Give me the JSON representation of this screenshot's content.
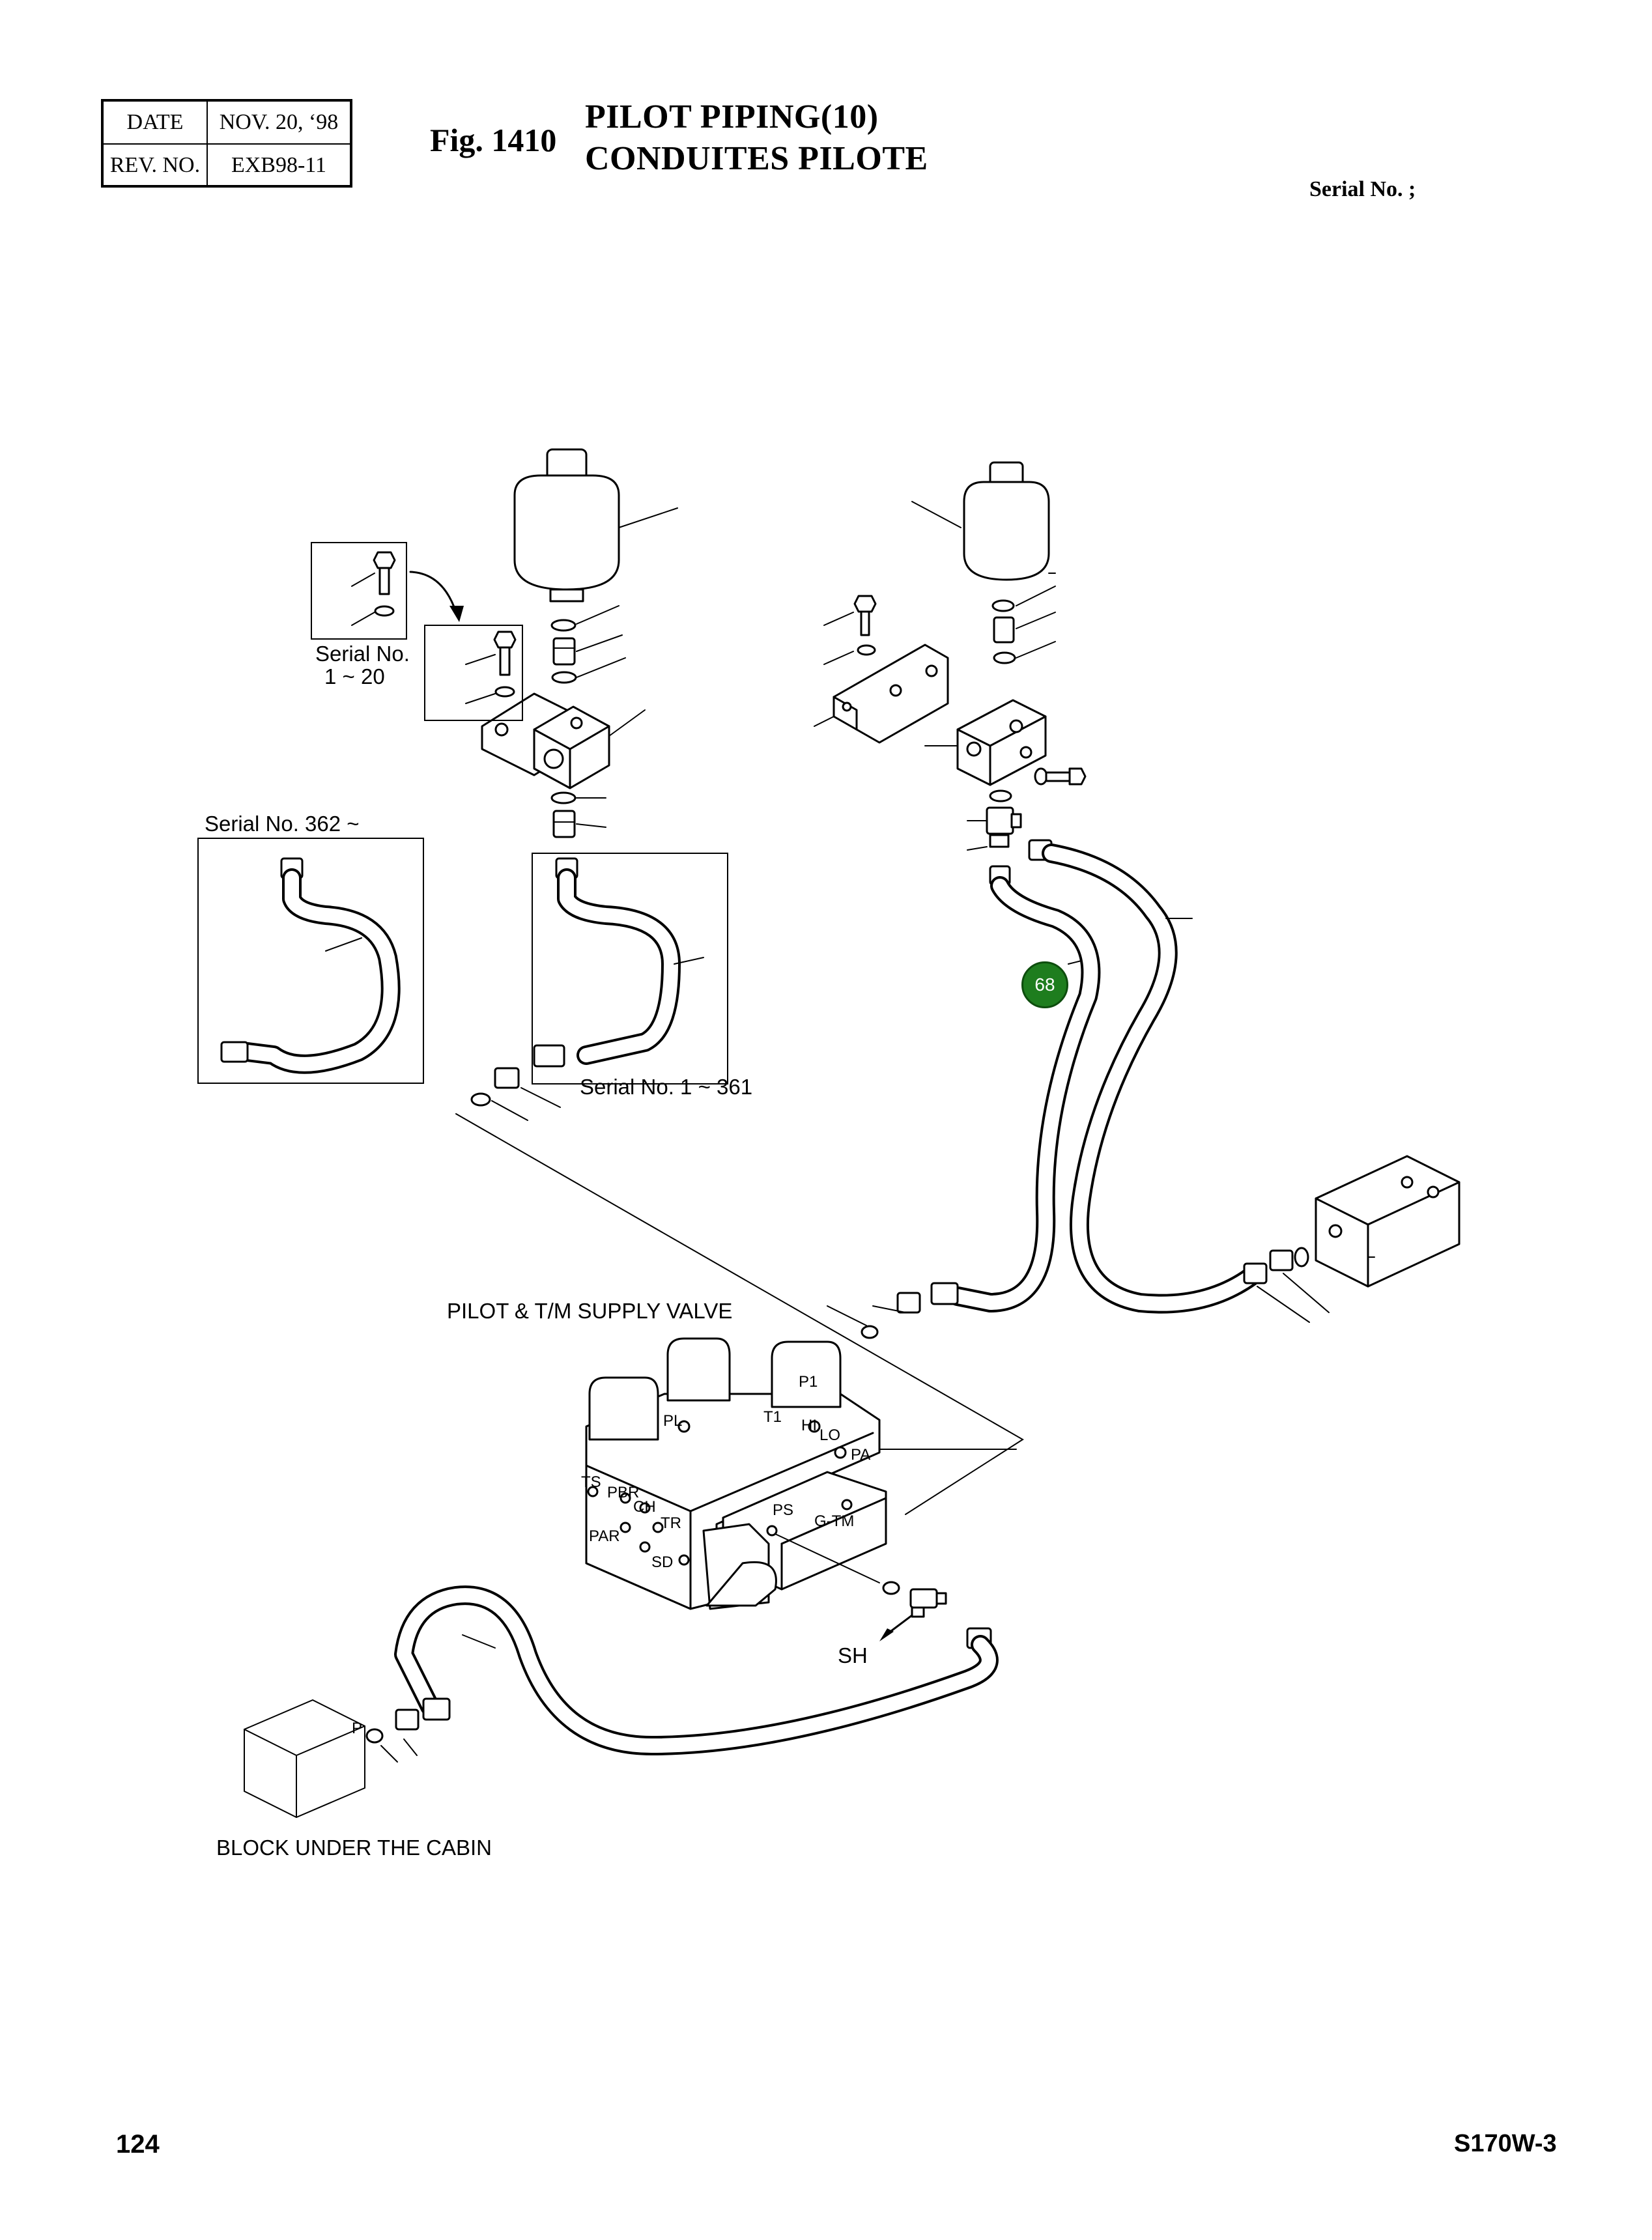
{
  "header": {
    "date_label": "DATE",
    "date_value": "NOV. 20, ‘98",
    "rev_label": "REV. NO.",
    "rev_value": "EXB98-11",
    "fig_label": "Fig. 1410",
    "title_en": "PILOT PIPING(10)",
    "title_fr": "CONDUITES PILOTE",
    "serial": "Serial No. ;"
  },
  "diagram": {
    "serial_1_20": "Serial No.",
    "serial_1_20_range": "1 ~ 20",
    "serial_362": "Serial No. 362 ~",
    "serial_1_361": "Serial No. 1 ~ 361",
    "supply_valve": "PILOT & T/M SUPPLY VALVE",
    "block_cabin": "BLOCK UNDER THE CABIN",
    "sh": "SH",
    "p": "P",
    "callout": "68",
    "ports": {
      "p1": "P1",
      "t1": "T1",
      "hi": "HI",
      "lo": "LO",
      "pa": "PA",
      "pl": "PL",
      "ts": "TS",
      "pbr": "PBR",
      "ch": "CH",
      "tr": "TR",
      "par": "PAR",
      "sd": "SD",
      "ps": "PS",
      "gtm": "G-TM"
    }
  },
  "footer": {
    "page_number": "124",
    "model": "S170W-3"
  }
}
